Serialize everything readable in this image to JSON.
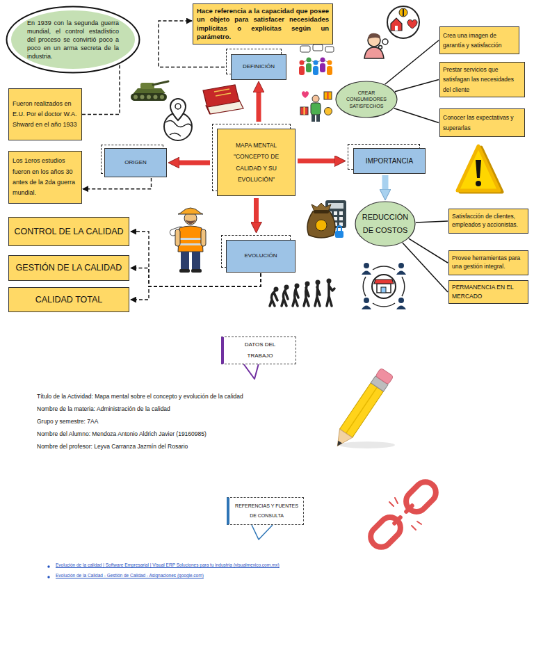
{
  "diagram": {
    "nodes": [
      {
        "text": [
          "En 1939 con la segunda guerra mundial, el control estadístico del proceso se convirtió poco a poco en un arma secreta de la industria."
        ]
      },
      {
        "text": [
          "Hace referencia a la capacidad que posee un objeto para satisfacer necesidades implícitas o explícitas según un parámetro."
        ]
      },
      {
        "text": [
          "DEFINICIÓN"
        ]
      },
      {
        "text": [
          "Crea una imagen de garantía y satisfacción"
        ]
      },
      {
        "text": [
          "Fueron realizados en E.U. Por el doctor W.A. Shward en el año 1933"
        ]
      },
      {
        "text": [
          "CREAR CONSUMIDORES SATISFECHOS"
        ]
      },
      {
        "text": [
          "Prestar servicios que satisfagan las necesidades del cliente"
        ]
      },
      {
        "text": [
          "Conocer las expectativas y superarlas"
        ]
      },
      {
        "text": [
          "MAPA MENTAL \"CONCEPTO DE CALIDAD Y SU EVOLUCIÓN\""
        ]
      },
      {
        "text": [
          "ORIGEN"
        ]
      },
      {
        "text": [
          "IMPORTANCIA"
        ]
      },
      {
        "text": [
          "Los 1eros estudios fueron en los años 30 antes de la 2da guerra mundial."
        ]
      },
      {
        "text": [
          "REDUCCIÓN DE COSTOS"
        ]
      },
      {
        "text": [
          "Satisfacción de clientes, empleados y accionistas."
        ]
      },
      {
        "text": [
          "CONTROL DE LA CALIDAD"
        ]
      },
      {
        "text": [
          "EVOLUCIÓN"
        ]
      },
      {
        "text": [
          "Provee herramientas para una gestión integral."
        ]
      },
      {
        "text": [
          "GESTIÓN DE LA CALIDAD"
        ]
      },
      {
        "text": [
          "CALIDAD TOTAL"
        ]
      },
      {
        "text": [
          "PERMANENCIA EN EL MERCADO"
        ]
      },
      {
        "text": [
          "DATOS DEL TRABAJO"
        ]
      },
      {
        "text": [
          "REFERENCIAS Y FUENTES DE CONSULTA"
        ]
      }
    ],
    "edges": [
      {
        "from": 8,
        "to": 2,
        "arrow": "to"
      },
      {
        "from": 8,
        "to": 9,
        "arrow": "to"
      },
      {
        "from": 8,
        "to": 10,
        "arrow": "to"
      },
      {
        "from": 8,
        "to": 15,
        "arrow": "to"
      },
      {
        "from": 2,
        "to": 1,
        "arrow": "to"
      },
      {
        "from": 4,
        "to": 0,
        "arrow": "none"
      },
      {
        "from": 9,
        "to": 11,
        "arrow": "to"
      },
      {
        "from": 10,
        "to": 12,
        "arrow": "to"
      },
      {
        "from": 5,
        "to": 3,
        "arrow": "none"
      },
      {
        "from": 5,
        "to": 6,
        "arrow": "none"
      },
      {
        "from": 5,
        "to": 7,
        "arrow": "none"
      },
      {
        "from": 12,
        "to": 13,
        "arrow": "none"
      },
      {
        "from": 12,
        "to": 16,
        "arrow": "none"
      },
      {
        "from": 12,
        "to": 19,
        "arrow": "none"
      },
      {
        "from": 15,
        "to": 14,
        "arrow": "to"
      },
      {
        "from": 15,
        "to": 17,
        "arrow": "to"
      },
      {
        "from": 15,
        "to": 18,
        "arrow": "to"
      }
    ],
    "labels": [
      "Título de la Actividad: Mapa mental sobre el concepto y evolución de la calidad",
      "Nombre de la materia: Administración de la calidad",
      "Grupo y semestre: 7AA",
      "Nombre del Alumno: Mendoza Antonio Aldrich Javier (19160985)",
      "Nombre del profesor: Leyva Carranza Jazmín del Rosario",
      "Evolución de la calidad | Software Empresarial | Visual ERP Soluciones para tu industria (visualmexico.com.mx)",
      "Evolución de la Calidad - Gestión de Calidad - Asignaciones (google.com)"
    ]
  }
}
